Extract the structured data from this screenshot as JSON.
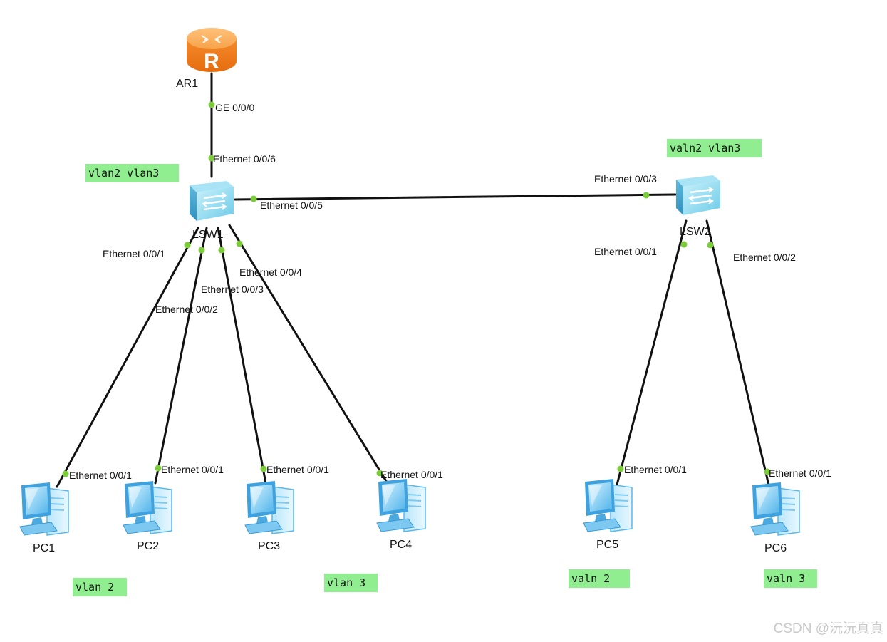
{
  "devices": {
    "ar1": "AR1",
    "lsw1": "LSW1",
    "lsw2": "LSW2",
    "pc1": "PC1",
    "pc2": "PC2",
    "pc3": "PC3",
    "pc4": "PC4",
    "pc5": "PC5",
    "pc6": "PC6"
  },
  "ports": {
    "ar1_ge000": "GE 0/0/0",
    "lsw1_e006": "Ethernet 0/0/6",
    "lsw1_e005": "Ethernet 0/0/5",
    "lsw1_e001": "Ethernet 0/0/1",
    "lsw1_e002": "Ethernet 0/0/2",
    "lsw1_e003": "Ethernet 0/0/3",
    "lsw1_e004": "Ethernet 0/0/4",
    "lsw2_e003": "Ethernet 0/0/3",
    "lsw2_e001": "Ethernet 0/0/1",
    "lsw2_e002": "Ethernet 0/0/2",
    "pc1_e001": "Ethernet 0/0/1",
    "pc2_e001": "Ethernet 0/0/1",
    "pc3_e001": "Ethernet 0/0/1",
    "pc4_e001": "Ethernet 0/0/1",
    "pc5_e001": "Ethernet 0/0/1",
    "pc6_e001": "Ethernet 0/0/1"
  },
  "notes": {
    "lsw1_vlans": "vlan2 vlan3",
    "lsw2_vlans": "valn2 vlan3",
    "pc_left_vlan2": "vlan 2",
    "pc_left_vlan3": "vlan 3",
    "pc_right_vlan2": "valn 2",
    "pc_right_vlan3": "valn 3"
  },
  "watermark": "CSDN @沅沅真真",
  "colors": {
    "link": "#111111",
    "port_dot": "#7ccc3a",
    "note_bg": "#90ee90",
    "router": "#f5922e",
    "switch": "#7fd6ee",
    "pc": "#5ab8ee"
  }
}
